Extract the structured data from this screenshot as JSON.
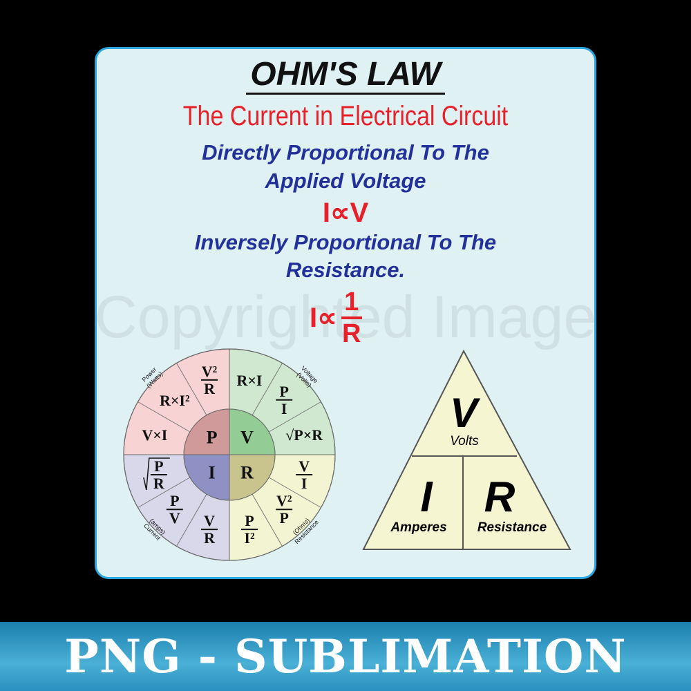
{
  "title": "OHM'S LAW",
  "subtitle": "The Current in  Electrical Circuit",
  "line1": "Directly Proportional To The",
  "line2": "Applied Voltage",
  "prop1": "I∝V",
  "line3": "Inversely Proportional To The",
  "line4": "Resistance.",
  "prop2": {
    "lhs": "I∝",
    "num": "1",
    "den": "R"
  },
  "watermark": "Copyrighted Image",
  "wheel": {
    "quadrants": [
      {
        "center": "V",
        "label1": "Voltage",
        "label2": "(Volts)",
        "color": "#cfe8cf",
        "inner": "#93cc95",
        "formulas": [
          "R×I",
          {
            "n": "P",
            "d": "I"
          },
          "√P×R"
        ]
      },
      {
        "center": "R",
        "label1": "Resistance",
        "label2": "(Ohms)",
        "color": "#f3f5d2",
        "inner": "#c9c38e",
        "formulas": [
          {
            "n": "V",
            "d": "I"
          },
          {
            "n": "V²",
            "d": "P"
          },
          {
            "n": "P",
            "d": "I²"
          }
        ]
      },
      {
        "center": "I",
        "label1": "Current",
        "label2": "(amps)",
        "color": "#d8d8ea",
        "inner": "#8f90c4",
        "formulas": [
          {
            "n": "V",
            "d": "R"
          },
          {
            "n": "P",
            "d": "V"
          },
          {
            "n": "P",
            "d": "R",
            "sqrt": true
          }
        ]
      },
      {
        "center": "P",
        "label1": "Power",
        "label2": "(Watts)",
        "color": "#f8d3d3",
        "inner": "#d19a9a",
        "formulas": [
          "V×I",
          "R×I²",
          {
            "n": "V²",
            "d": "R"
          }
        ]
      }
    ]
  },
  "triangle": {
    "top": "V",
    "top_label": "Volts",
    "left": "I",
    "left_label": "Amperes",
    "right": "R",
    "right_label": "Resistance",
    "fill": "#f6f5d2"
  },
  "banner": "PNG - SUBLIMATION"
}
